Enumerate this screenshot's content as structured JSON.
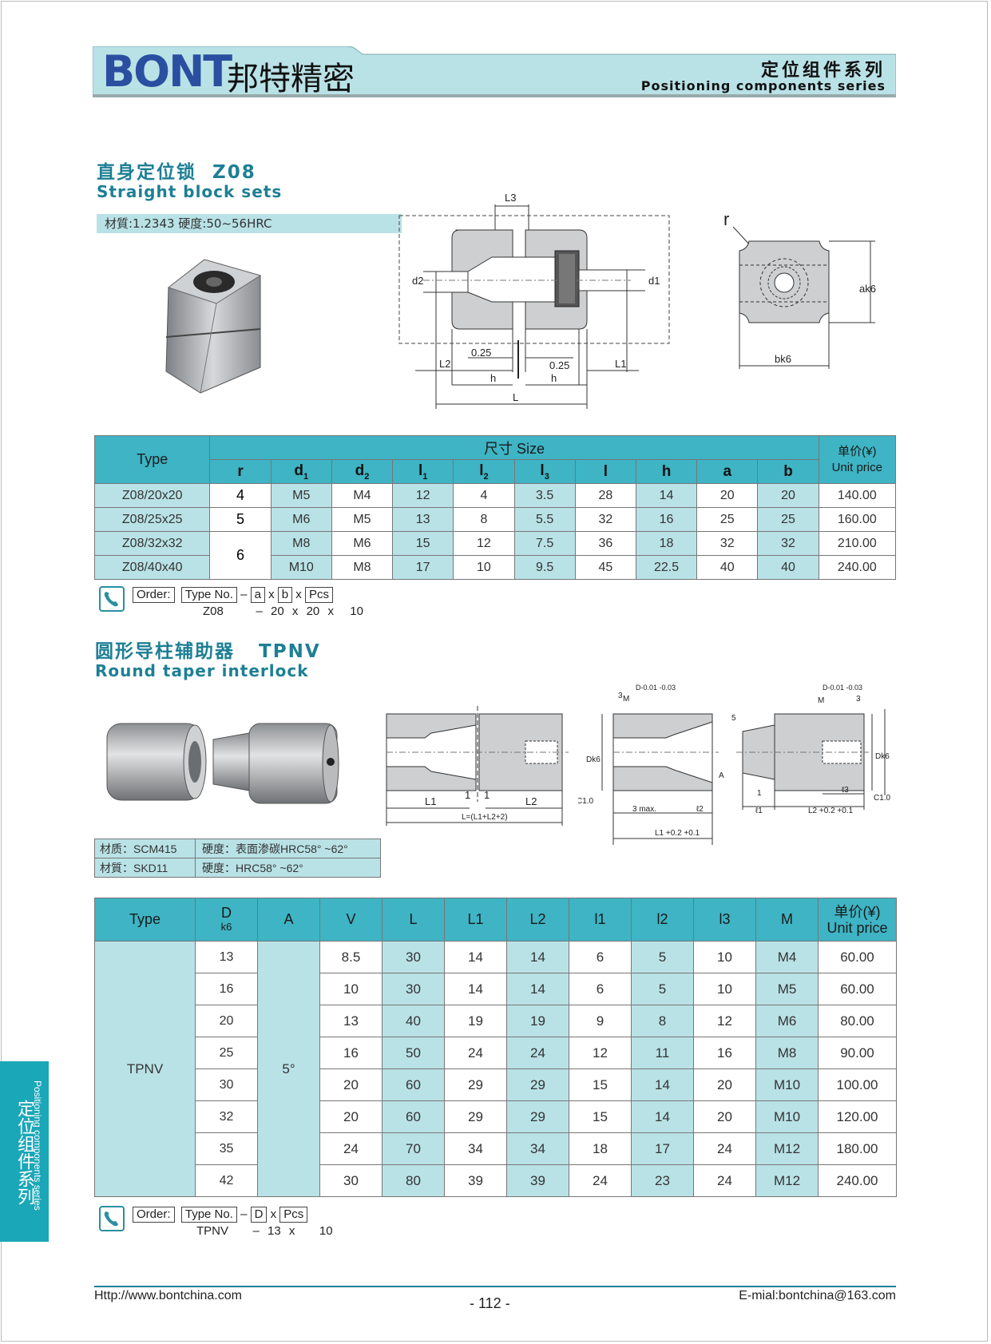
{
  "header": {
    "logo": "BONT",
    "logo_cn": "邦特精密",
    "series_cn": "定位组件系列",
    "series_en": "Positioning components series"
  },
  "z08": {
    "title_cn": "直身定位锁",
    "code": "Z08",
    "title_en": "Straight block sets",
    "material": "材質:1.2343    硬度:50~56HRC",
    "drawing_labels": {
      "L3": "L3",
      "d2": "d2",
      "d1": "d1",
      "L2": "L2",
      "L1": "L1",
      "t1": "0.25",
      "t2": "0.25",
      "h": "h",
      "L": "L",
      "r": "r",
      "ak6": "ak6",
      "bk6": "bk6"
    },
    "table": {
      "type_label": "Type",
      "size_label": "尺寸 Size",
      "price_cn": "单价(¥)",
      "price_en": "Unit price",
      "cols": [
        {
          "main": "r",
          "sub": ""
        },
        {
          "main": "d",
          "sub": "1"
        },
        {
          "main": "d",
          "sub": "2"
        },
        {
          "main": "l",
          "sub": "1"
        },
        {
          "main": "l",
          "sub": "2"
        },
        {
          "main": "l",
          "sub": "3"
        },
        {
          "main": "l",
          "sub": ""
        },
        {
          "main": "h",
          "sub": ""
        },
        {
          "main": "a",
          "sub": ""
        },
        {
          "main": "b",
          "sub": ""
        }
      ],
      "rows": [
        {
          "type": "Z08/20x20",
          "r": "4",
          "d1": "M5",
          "d2": "M4",
          "l1": "12",
          "l2": "4",
          "l3": "3.5",
          "l": "28",
          "h": "14",
          "a": "20",
          "b": "20",
          "price": "140.00"
        },
        {
          "type": "Z08/25x25",
          "r": "5",
          "d1": "M6",
          "d2": "M5",
          "l1": "13",
          "l2": "8",
          "l3": "5.5",
          "l": "32",
          "h": "16",
          "a": "25",
          "b": "25",
          "price": "160.00"
        },
        {
          "type": "Z08/32x32",
          "r": "6",
          "d1": "M8",
          "d2": "M6",
          "l1": "15",
          "l2": "12",
          "l3": "7.5",
          "l": "36",
          "h": "18",
          "a": "32",
          "b": "32",
          "price": "210.00"
        },
        {
          "type": "Z08/40x40",
          "r": "",
          "d1": "M10",
          "d2": "M8",
          "l1": "17",
          "l2": "10",
          "l3": "9.5",
          "l": "45",
          "h": "22.5",
          "a": "40",
          "b": "40",
          "price": "240.00"
        }
      ]
    },
    "order": {
      "label": "Order:",
      "type_no": "Type No.",
      "dash": "–",
      "a": "a",
      "x": "x",
      "b": "b",
      "pcs": "Pcs",
      "ex_type": "Z08",
      "ex_dash": "–",
      "ex_a": "20",
      "ex_x": "x",
      "ex_b": "20",
      "ex_x2": "x",
      "ex_pcs": "10"
    }
  },
  "tpnv": {
    "title_cn": "圆形导柱辅助器",
    "code": "TPNV",
    "title_en": "Round taper interlock",
    "materials": [
      {
        "mat": "材质：SCM415",
        "hard": "硬度：表面渗碳HRC58° ~62°"
      },
      {
        "mat": "材質：SKD11",
        "hard": "硬度：HRC58° ~62°"
      }
    ],
    "drawing_labels": {
      "L1": "L1",
      "one_a": "1",
      "one_b": "1",
      "L2": "L2",
      "L": "L=(L1+L2+2)",
      "c10a": "C1.0",
      "three_a": "3",
      "dtol_a": "D-0.01 -0.03",
      "M_a": "M",
      "dk6_a": "Dk6",
      "A": "A",
      "three_max": "3 max.",
      "l2": "ℓ2",
      "L1_tol": "L1 +0.2 +0.1",
      "five": "5",
      "three_b": "3",
      "dtol_b": "D-0.01 -0.03",
      "M_b": "M",
      "dk6_b": "Dk6",
      "c10b": "C1.0",
      "one_c": "1",
      "l1": "ℓ1",
      "L2_tol": "L2 +0.2 +0.1",
      "l3": "ℓ3"
    },
    "table": {
      "type_label": "Type",
      "d_main": "D",
      "d_sub": "k6",
      "headers": [
        "A",
        "V",
        "L",
        "L1",
        "L2",
        "l1",
        "l2",
        "l3",
        "M"
      ],
      "price_cn": "单价(¥)",
      "price_en": "Unit price",
      "type_value": "TPNV",
      "a_value": "5°",
      "rows": [
        {
          "D": "13",
          "V": "8.5",
          "L": "30",
          "L1": "14",
          "L2": "14",
          "l1": "6",
          "l2": "5",
          "l3": "10",
          "M": "M4",
          "price": "60.00"
        },
        {
          "D": "16",
          "V": "10",
          "L": "30",
          "L1": "14",
          "L2": "14",
          "l1": "6",
          "l2": "5",
          "l3": "10",
          "M": "M5",
          "price": "60.00"
        },
        {
          "D": "20",
          "V": "13",
          "L": "40",
          "L1": "19",
          "L2": "19",
          "l1": "9",
          "l2": "8",
          "l3": "12",
          "M": "M6",
          "price": "80.00"
        },
        {
          "D": "25",
          "V": "16",
          "L": "50",
          "L1": "24",
          "L2": "24",
          "l1": "12",
          "l2": "11",
          "l3": "16",
          "M": "M8",
          "price": "90.00"
        },
        {
          "D": "30",
          "V": "20",
          "L": "60",
          "L1": "29",
          "L2": "29",
          "l1": "15",
          "l2": "14",
          "l3": "20",
          "M": "M10",
          "price": "100.00"
        },
        {
          "D": "32",
          "V": "20",
          "L": "60",
          "L1": "29",
          "L2": "29",
          "l1": "15",
          "l2": "14",
          "l3": "20",
          "M": "M10",
          "price": "120.00"
        },
        {
          "D": "35",
          "V": "24",
          "L": "70",
          "L1": "34",
          "L2": "34",
          "l1": "18",
          "l2": "17",
          "l3": "24",
          "M": "M12",
          "price": "180.00"
        },
        {
          "D": "42",
          "V": "30",
          "L": "80",
          "L1": "39",
          "L2": "39",
          "l1": "24",
          "l2": "23",
          "l3": "24",
          "M": "M12",
          "price": "240.00"
        }
      ]
    },
    "order": {
      "label": "Order:",
      "type_no": "Type No.",
      "dash": "–",
      "d": "D",
      "x": "x",
      "pcs": "Pcs",
      "ex_type": "TPNV",
      "ex_dash": "–",
      "ex_d": "13",
      "ex_x": "x",
      "ex_pcs": "10"
    }
  },
  "side_tab": {
    "cn": "定位组件系列",
    "en": "Positioning components series"
  },
  "footer": {
    "url": "Http://www.bontchina.com",
    "page": "- 112 -",
    "email": "E-mial:bontchina@163.com"
  },
  "colors": {
    "teal_header": "#3eb4c4",
    "light_teal": "#b9e2e6",
    "title_teal": "#1d7f95",
    "side_tab": "#1aa7b8"
  }
}
